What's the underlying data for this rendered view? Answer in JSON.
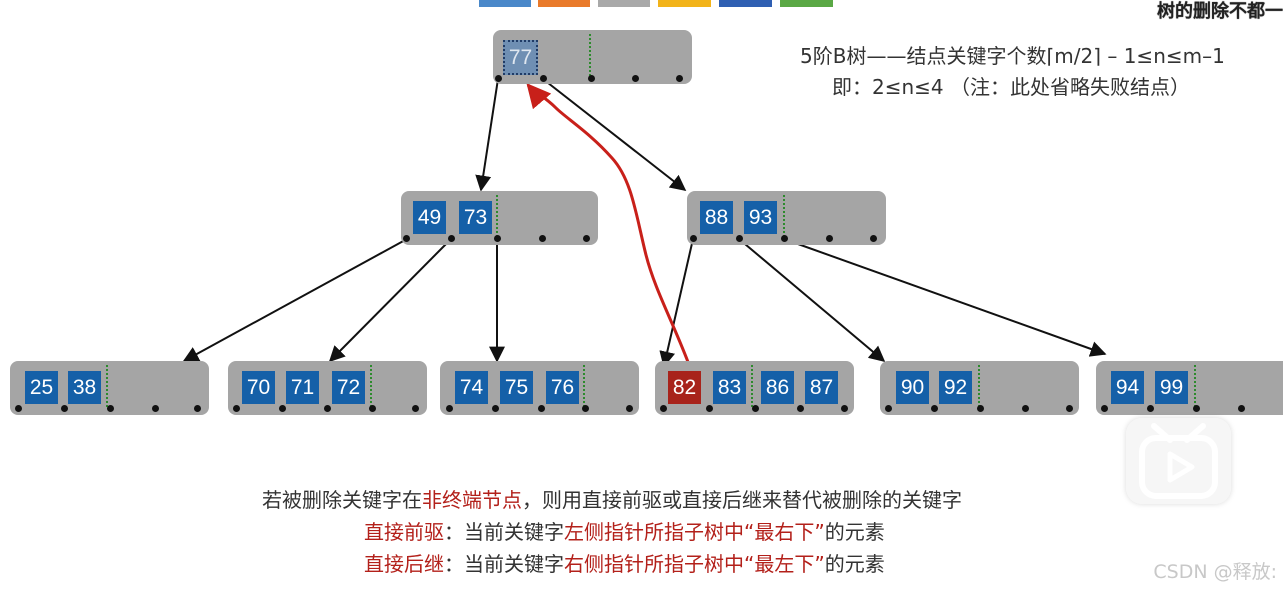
{
  "header": {
    "corner_title": "树的删除不都一",
    "info_line1": "5阶B树——结点关键字个数⌈m/2⌉ – 1≤n≤m–1",
    "info_line2": "即：2≤n≤4 （注：此处省略失败结点）",
    "color_bar": [
      "#4a88c9",
      "#e97a2a",
      "#a9a9a9",
      "#f2b31a",
      "#2f5fb2",
      "#5aa845"
    ]
  },
  "tree": {
    "root": [
      "77"
    ],
    "level1": [
      [
        "49",
        "73"
      ],
      [
        "88",
        "93"
      ]
    ],
    "leaves": [
      [
        "25",
        "38"
      ],
      [
        "70",
        "71",
        "72"
      ],
      [
        "74",
        "75",
        "76"
      ],
      [
        "82",
        "83",
        "86",
        "87"
      ],
      [
        "90",
        "92"
      ],
      [
        "94",
        "99"
      ]
    ],
    "highlighted_key": "82",
    "dimmed_key": "77"
  },
  "notes": {
    "line1_a": "若被删除关键字在",
    "line1_hl": "非终端节点",
    "line1_b": "，则用直接前驱或直接后继来替代被删除的关键字",
    "line2_hl1": "直接前驱",
    "line2_a": "：当前关键字",
    "line2_hl2": "左侧指针所指子树中“最右下”",
    "line2_b": "的元素",
    "line3_hl1": "直接后继",
    "line3_a": "：当前关键字",
    "line3_hl2": "右侧指针所指子树中“最左下”",
    "line3_b": "的元素"
  },
  "watermark": "CSDN @释放:",
  "colors": {
    "key_blue": "#1560a8",
    "key_red": "#a8231b",
    "node_gray": "#a5a5a5",
    "arrow_red": "#c8201a",
    "pointer_separator": "#2d8a2d"
  },
  "icons": {
    "play": "play-icon"
  }
}
